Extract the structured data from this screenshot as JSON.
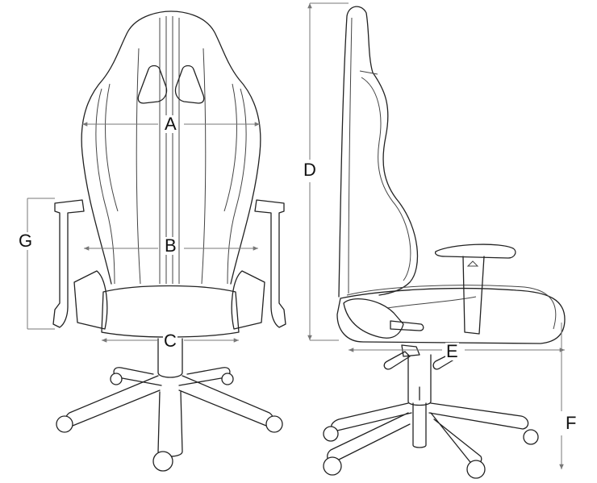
{
  "colors": {
    "line": "#222222",
    "dimension": "#777777",
    "background": "#ffffff"
  },
  "labels": {
    "A": "A",
    "B": "B",
    "C": "C",
    "D": "D",
    "E": "E",
    "F": "F",
    "G": "G"
  }
}
